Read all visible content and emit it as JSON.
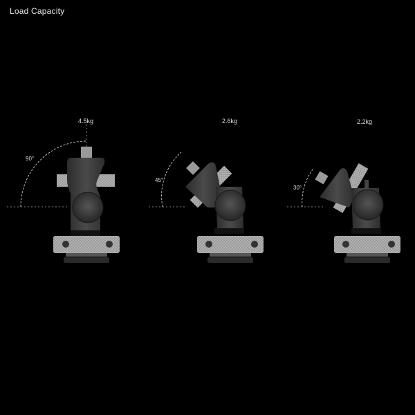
{
  "title": "Load Capacity",
  "mounts": [
    {
      "weight": "4.5kg",
      "angle": "90°"
    },
    {
      "weight": "2.6kg",
      "angle": "45°"
    },
    {
      "weight": "2.2kg",
      "angle": "30°"
    }
  ],
  "colors": {
    "background": "#000000",
    "body": "#3a3a3a",
    "knurl": "#b8b8b8",
    "text": "#e8e8e8"
  }
}
